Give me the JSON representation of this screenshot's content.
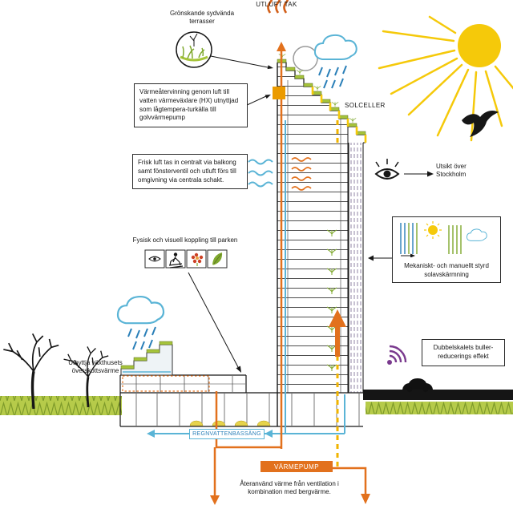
{
  "labels": {
    "utluft_tak": "UTLUFT TAK",
    "terraces": "Grönskande sydvända terrasser",
    "heat_recovery": "Värmeåtervinning genom luft till vatten värmeväxlare (HX) utnyttjad som lågtempera-turkälla till golvvärmepump",
    "solceller": "SOLCELLER",
    "fresh_air": "Frisk luft tas in centralt via balkong samt fönsterventil och utluft förs till omgivning via centrala schakt.",
    "view": "Utsikt över Stockholm",
    "park_link": "Fysisk och visuell koppling till parken",
    "solar_shading": "Mekaniskt- och manuellt styrd solavskärmning",
    "noise": "Dubbelskalets buller-reducerings effekt",
    "greenhouse": "Utnyttja växthusets överskottsvärme",
    "rainwater": "REGNVATTENBASSÄNG",
    "heat_pump": "VÄRMEPUMP",
    "reuse_heat": "Återanvänd värme från ventilation i kombination med bergvärme."
  },
  "colors": {
    "heat_orange": "#e2711d",
    "hx_amber": "#eb9b00",
    "gold_dashed": "#f0b400",
    "sun_yellow": "#f5c90a",
    "water_blue": "#5ab4d6",
    "rain_blue": "#2a7fb8",
    "terrace_green": "#a6c43a",
    "leaf_green": "#7fa82e",
    "dark_green": "#5a6e1e",
    "noise_purple": "#7a3a8e",
    "flower_red": "#cc4125",
    "ink_black": "#161616",
    "road_black": "#151515",
    "skin_grey": "#9a8fae"
  },
  "icons": {
    "sun": "sun-icon",
    "bird": "bird-icon",
    "rain_cloud": "rain-cloud-icon",
    "eye": "eye-icon",
    "eye_small": "eye-small-icon",
    "skier": "skier-icon",
    "flower": "flower-icon",
    "leaf": "leaf-icon",
    "sound_waves": "sound-waves-icon",
    "car": "car-icon",
    "tree": "tree-icon",
    "plant_circle": "green-terrace-icon",
    "heat_exchanger": "hx-square-icon"
  }
}
